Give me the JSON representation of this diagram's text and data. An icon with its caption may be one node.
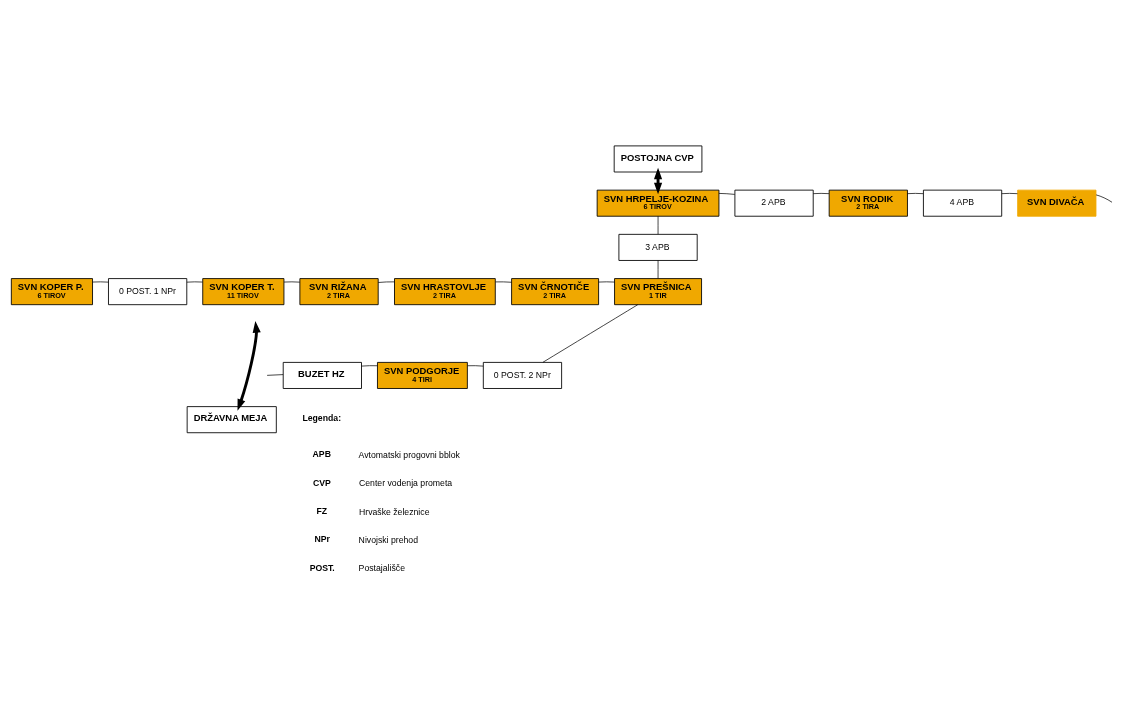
{
  "diagram": {
    "nodes": [
      {
        "text": [
          "POSTOJNA CVP"
        ]
      },
      {
        "text": [
          "SVN HRPELJE-KOZINA",
          "6 TIROV"
        ]
      },
      {
        "text": [
          "2 APB"
        ]
      },
      {
        "text": [
          "SVN RODIK",
          "2 TIRA"
        ]
      },
      {
        "text": [
          "4 APB"
        ]
      },
      {
        "text": [
          "SVN DIVAČA"
        ]
      },
      {
        "text": [
          "3 APB"
        ]
      },
      {
        "text": [
          "SVN KOPER P.",
          "6 TIROV"
        ]
      },
      {
        "text": [
          "0 POST. 1 NPr"
        ]
      },
      {
        "text": [
          "SVN KOPER T.",
          "11 TIROV"
        ]
      },
      {
        "text": [
          "SVN RIŽANA",
          "2 TIRA"
        ]
      },
      {
        "text": [
          "SVN HRASTOVLJE",
          "2 TIRA"
        ]
      },
      {
        "text": [
          "SVN ČRNOTIČE",
          "2 TIRA"
        ]
      },
      {
        "text": [
          "SVN PREŠNICA",
          "1 TIR"
        ]
      },
      {
        "text": [
          "BUZET HZ"
        ]
      },
      {
        "text": [
          "SVN PODGORJE",
          "4 TIRI"
        ]
      },
      {
        "text": [
          "0 POST. 2 NPr"
        ]
      },
      {
        "text": [
          "DRŽAVNA MEJA"
        ]
      }
    ],
    "edges": [
      {
        "from": 0,
        "to": 1,
        "arrow": "both",
        "style": "thick"
      },
      {
        "from": 1,
        "to": 2,
        "arrow": "none"
      },
      {
        "from": 2,
        "to": 3,
        "arrow": "none"
      },
      {
        "from": 3,
        "to": 4,
        "arrow": "none"
      },
      {
        "from": 4,
        "to": 5,
        "arrow": "none"
      },
      {
        "from": 5,
        "to": null,
        "arrow": "none"
      },
      {
        "from": 1,
        "to": 6,
        "arrow": "none"
      },
      {
        "from": 6,
        "to": 13,
        "arrow": "none"
      },
      {
        "from": 13,
        "to": 12,
        "arrow": "none"
      },
      {
        "from": 12,
        "to": 11,
        "arrow": "none"
      },
      {
        "from": 11,
        "to": 10,
        "arrow": "none"
      },
      {
        "from": 10,
        "to": 9,
        "arrow": "none"
      },
      {
        "from": 9,
        "to": 8,
        "arrow": "none"
      },
      {
        "from": 8,
        "to": 7,
        "arrow": "none"
      },
      {
        "from": 13,
        "to": 16,
        "arrow": "none"
      },
      {
        "from": 16,
        "to": 15,
        "arrow": "none"
      },
      {
        "from": 15,
        "to": 14,
        "arrow": "none"
      },
      {
        "from": 14,
        "to": null,
        "arrow": "none"
      },
      {
        "from": 17,
        "to": null,
        "arrow": "both",
        "style": "thick"
      }
    ],
    "labels": [
      "Legenda:",
      "APB",
      "Avtomatski progovni bblok",
      "CVP",
      "Center vodenja prometa",
      "FZ",
      "Hrvaške železnice",
      "NPr",
      "Nivojski prehod",
      "POST.",
      "Postajališče"
    ]
  }
}
